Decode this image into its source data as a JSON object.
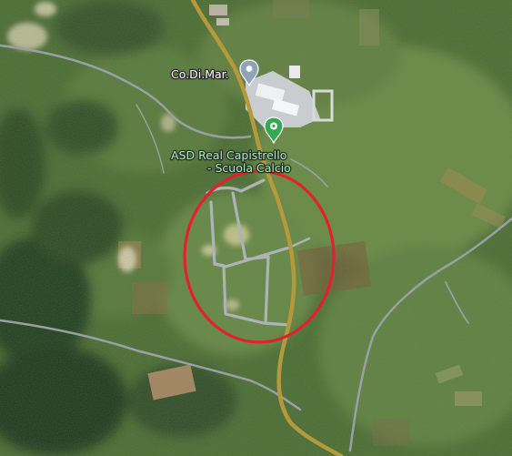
{
  "map": {
    "view": "satellite",
    "places": [
      {
        "id": "codimar",
        "label_lines": [
          "Co.Di.Mar."
        ],
        "pin_color": "#8fa3b8",
        "icon": "map-pin-icon"
      },
      {
        "id": "asd",
        "label_lines": [
          "ASD Real Capistrello",
          "- Scuola Calcio"
        ],
        "pin_color": "#34a853",
        "icon": "soccer-pin-icon"
      }
    ],
    "highlight": {
      "shape": "ellipse",
      "color": "#e3202b"
    },
    "colors": {
      "road_main": "#b59a3c",
      "road_minor": "#9aa0a6",
      "terrain_base": "#3f5f2c"
    }
  }
}
